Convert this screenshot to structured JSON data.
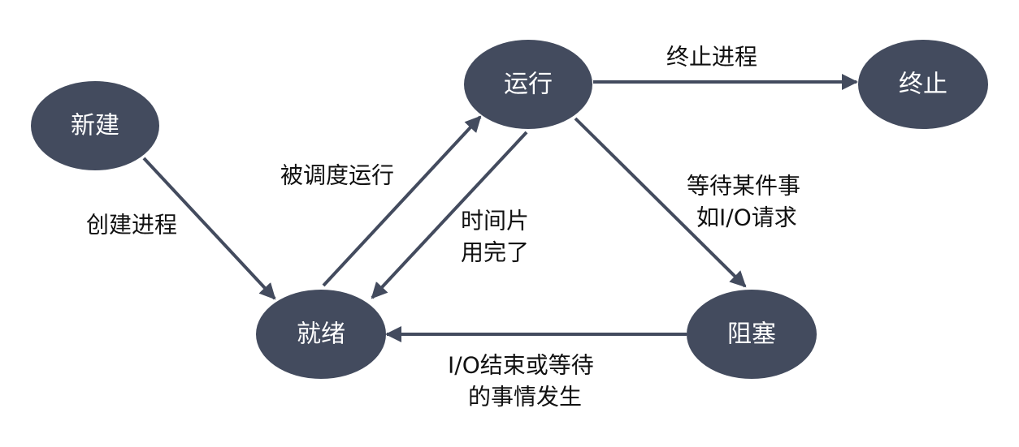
{
  "colors": {
    "node_fill": "#434b5e",
    "node_text": "#ffffff",
    "arrow": "#434b5e",
    "label_text": "#111111",
    "background": "#ffffff"
  },
  "nodes": {
    "new": "新建",
    "ready": "就绪",
    "running": "运行",
    "blocked": "阻塞",
    "terminated": "终止"
  },
  "edges": {
    "create_process": [
      "创建进程"
    ],
    "scheduled_to_run": [
      "被调度运行"
    ],
    "time_slice_used_up": [
      "时间片",
      "用完了"
    ],
    "terminate_process": [
      "终止进程"
    ],
    "wait_for_event": [
      "等待某件事",
      "如I/O请求"
    ],
    "io_done_or_event": [
      "I/O结束或等待",
      "的事情发生"
    ]
  }
}
